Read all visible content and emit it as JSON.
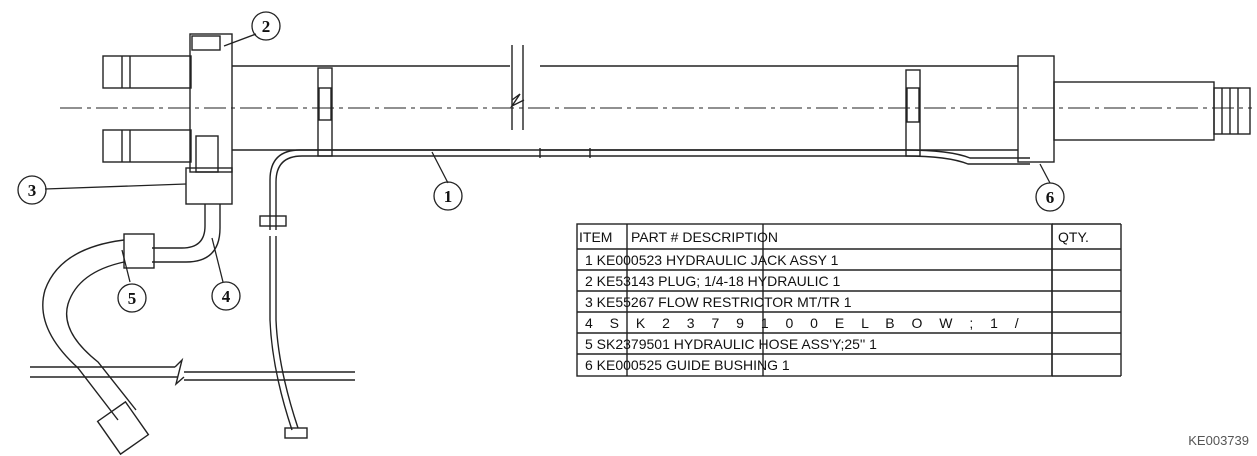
{
  "callouts": [
    "1",
    "2",
    "3",
    "4",
    "5",
    "6"
  ],
  "table": {
    "header": {
      "item": "ITEM",
      "part_desc": "PART # DESCRIPTION",
      "qty": "QTY."
    },
    "rows": [
      "1 KE000523 HYDRAULIC JACK ASSY 1",
      "2 KE53143 PLUG; 1/4-18 HYDRAULIC 1",
      "3 KE55267 FLOW RESTRICTOR MT/TR 1",
      "4 S K 2 3 7 9 1 0 0 E L B O W ; 1 /",
      "5 SK2379501 HYDRAULIC HOSE ASS'Y;25'' 1",
      "6 KE000525 GUIDE BUSHING 1"
    ]
  },
  "reference_code": "KE003739",
  "colors": {
    "line": "#222222",
    "background": "#ffffff"
  }
}
